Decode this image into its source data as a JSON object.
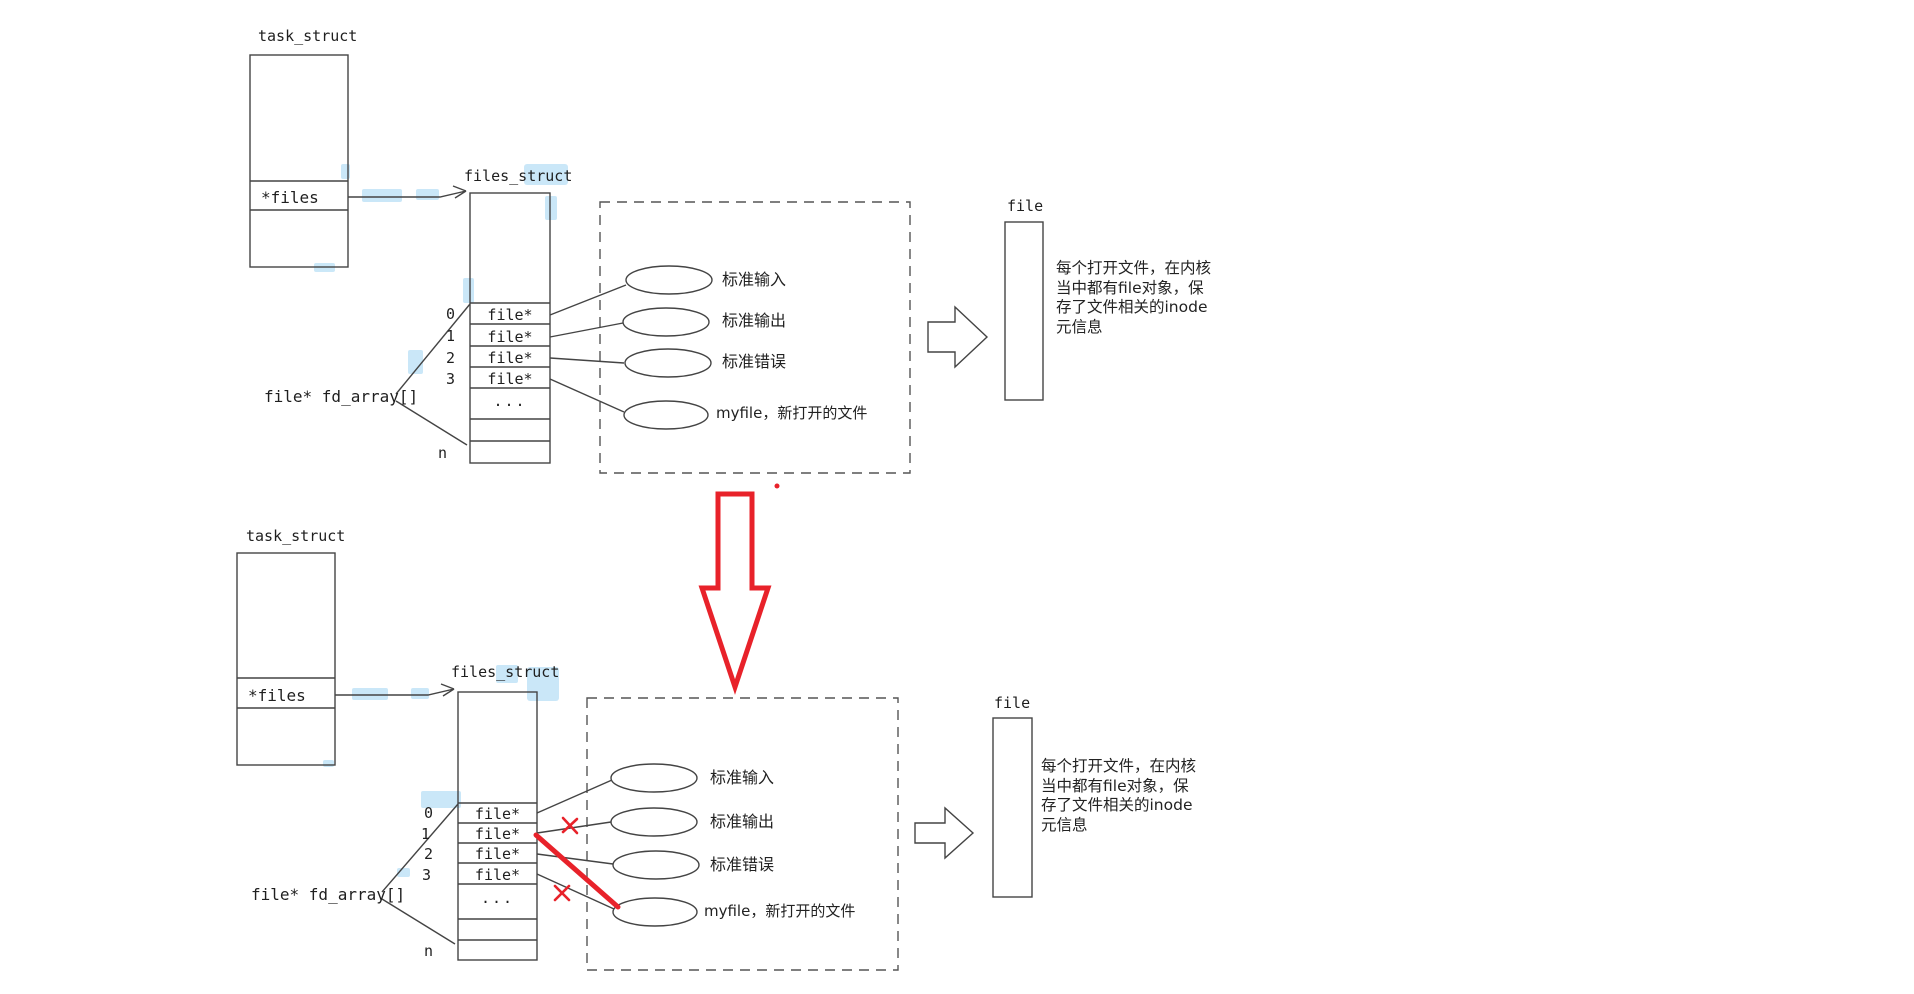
{
  "colors": {
    "line": "#444444",
    "dash_box": "#555555",
    "red_accent": "#e8222a",
    "highlight_blue": "#b9e0f6",
    "text": "#1b1b1b"
  },
  "top_diagram": {
    "task_struct_title": "task_struct",
    "files_pointer_field": "*files",
    "files_struct_title": "files_struct",
    "fd_indices": [
      "0",
      "1",
      "2",
      "3"
    ],
    "fd_cells": [
      "file*",
      "file*",
      "file*",
      "file*"
    ],
    "ellipsis_cell": "...",
    "last_index": "n",
    "fd_array_label": "file* fd_array[]",
    "stdin_label": "标准输入",
    "stdout_label": "标准输出",
    "stderr_label": "标准错误",
    "myfile_label": "myfile，新打开的文件",
    "file_box_title": "file",
    "note_lines": [
      "每个打开文件，在内核",
      "当中都有file对象，保",
      "存了文件相关的inode",
      "元信息"
    ]
  },
  "bottom_diagram": {
    "task_struct_title": "task_struct",
    "files_pointer_field": "*files",
    "files_struct_title": "files_struct",
    "fd_indices": [
      "0",
      "1",
      "2",
      "3"
    ],
    "fd_cells": [
      "file*",
      "file*",
      "file*",
      "file*"
    ],
    "ellipsis_cell": "...",
    "last_index": "n",
    "fd_array_label": "file* fd_array[]",
    "stdin_label": "标准输入",
    "stdout_label": "标准输出",
    "stderr_label": "标准错误",
    "myfile_label": "myfile，新打开的文件",
    "file_box_title": "file",
    "note_lines": [
      "每个打开文件，在内核",
      "当中都有file对象，保",
      "存了文件相关的inode",
      "元信息"
    ]
  }
}
